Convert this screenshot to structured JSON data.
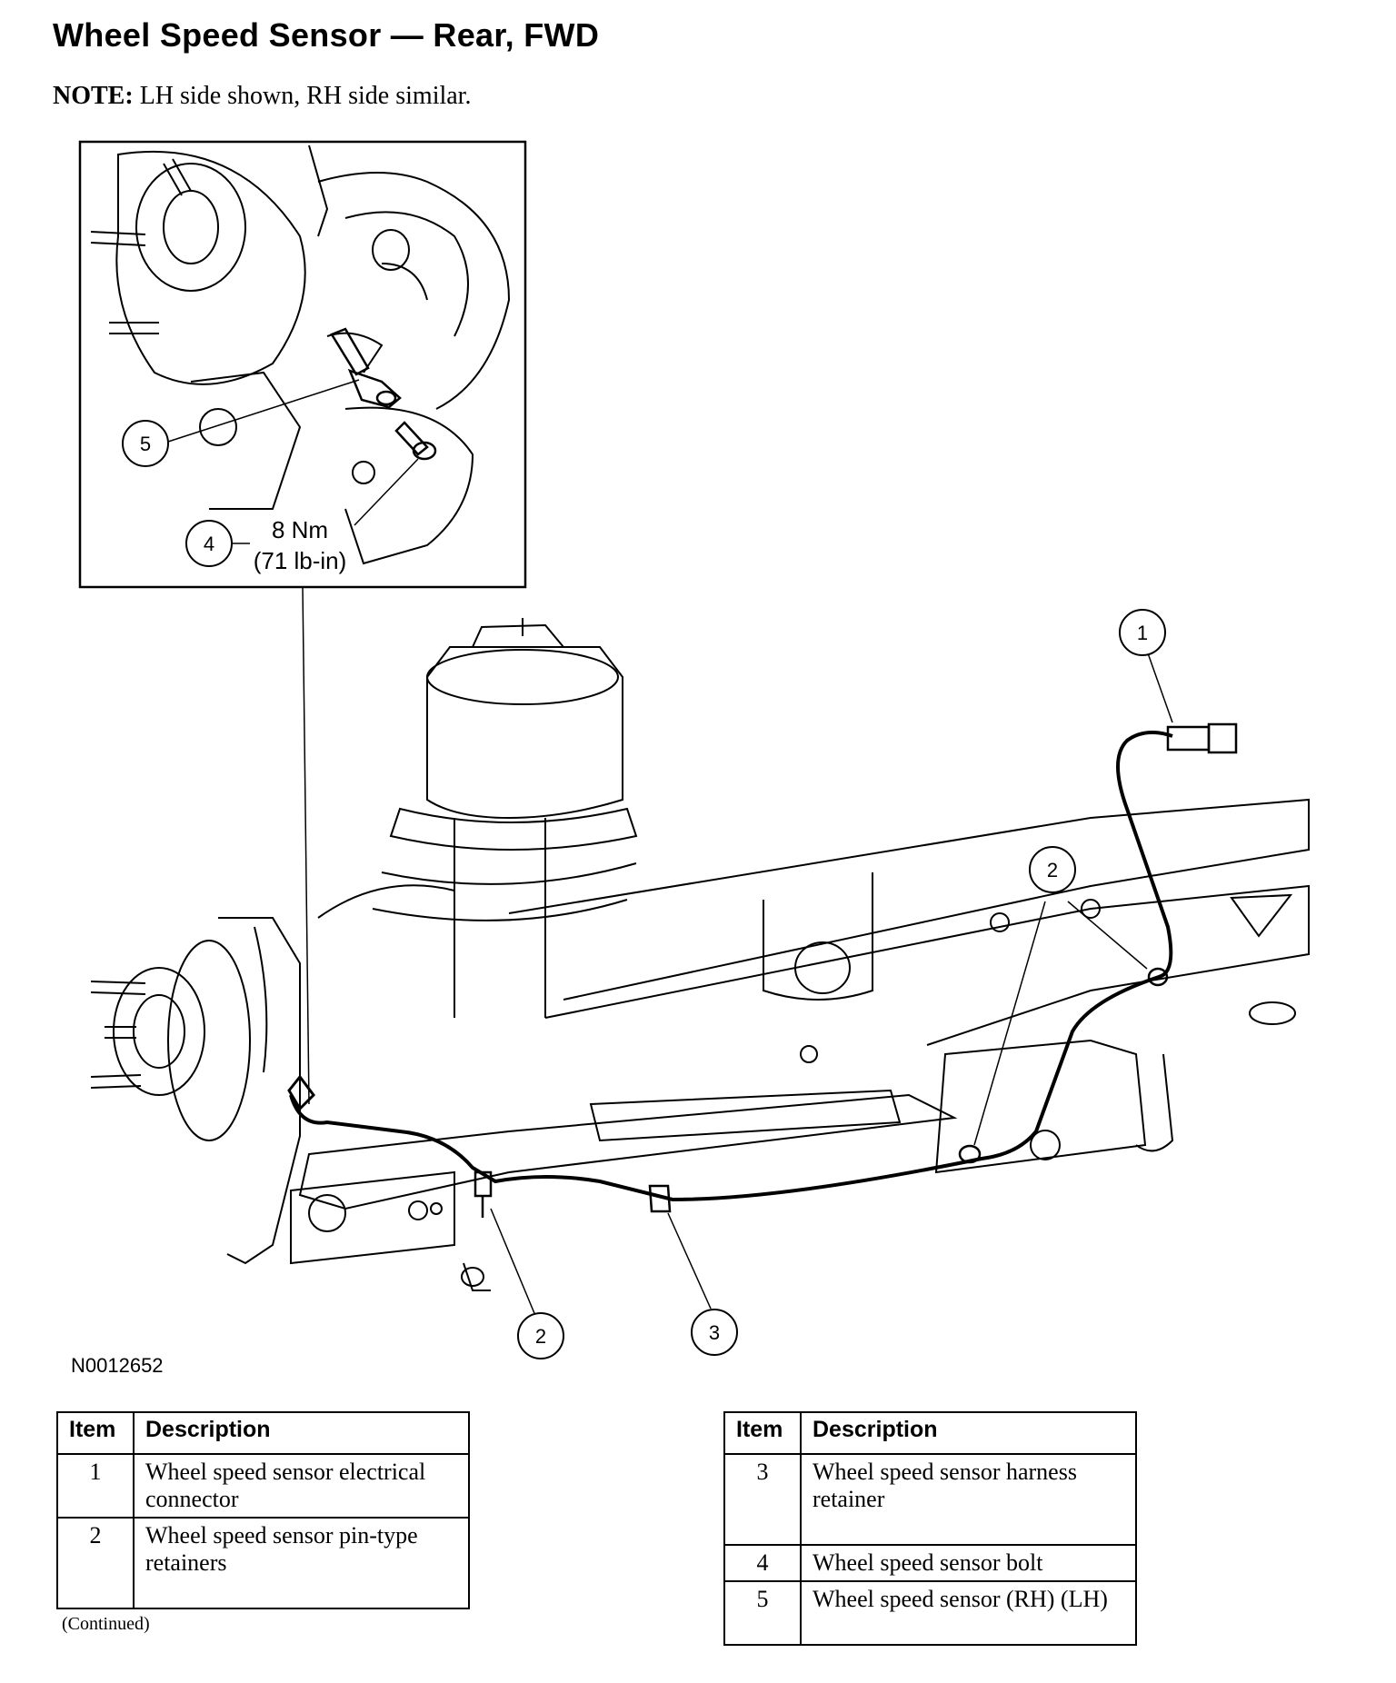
{
  "title": "Wheel Speed Sensor — Rear, FWD",
  "note": {
    "label": "NOTE:",
    "text": "LH side shown, RH side similar."
  },
  "figure": {
    "id": "N0012652",
    "torque_value": "8 Nm",
    "torque_imperial": "(71 lb-in)",
    "callouts": [
      "1",
      "2",
      "2",
      "3",
      "4",
      "5"
    ]
  },
  "tables": {
    "left": {
      "headers": [
        "Item",
        "Description"
      ],
      "rows": [
        {
          "item": "1",
          "description": "Wheel speed sensor electrical connector"
        },
        {
          "item": "2",
          "description": "Wheel speed sensor pin-type retainers"
        }
      ]
    },
    "right": {
      "headers": [
        "Item",
        "Description"
      ],
      "rows": [
        {
          "item": "3",
          "description": "Wheel speed sensor harness retainer"
        },
        {
          "item": "4",
          "description": "Wheel speed sensor bolt"
        },
        {
          "item": "5",
          "description": "Wheel speed sensor (RH) (LH)"
        }
      ]
    }
  },
  "continued": "(Continued)"
}
